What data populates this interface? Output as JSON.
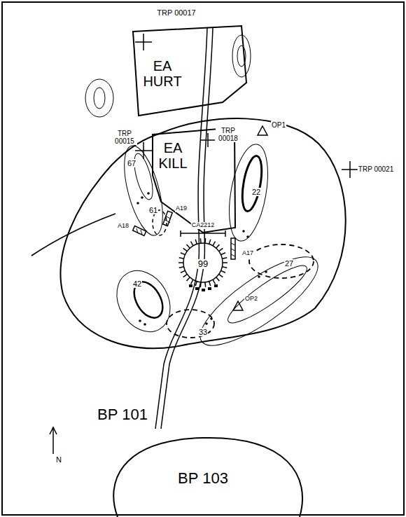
{
  "diagram": {
    "nodes": [
      {
        "text": [
          "EA HURT"
        ]
      },
      {
        "text": [
          "EA KILL"
        ]
      },
      {
        "text": [
          "BP 101"
        ]
      },
      {
        "text": [
          "BP 103"
        ]
      }
    ],
    "labels": [
      "TRP 00017",
      "TRP 00015",
      "TRP 00018",
      "TRP 00021",
      "OP1",
      "67",
      "22",
      "61",
      "A19",
      "A18",
      "CA2212",
      "A17",
      "99",
      "42",
      "27",
      "OP2",
      "33",
      "N"
    ]
  }
}
